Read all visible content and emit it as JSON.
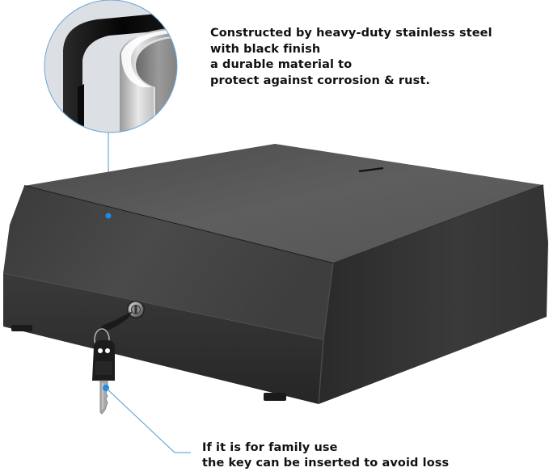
{
  "top_callout": {
    "lines": [
      "Constructed by heavy-duty stainless steel",
      "with black finish",
      "a durable material to",
      "protect against corrosion & rust."
    ]
  },
  "bottom_callout": {
    "lines": [
      "If it is for family use",
      "the key can be inserted to avoid loss"
    ]
  },
  "colors": {
    "callout_line": "#4a9bd6",
    "callout_dot": "#1e8be8",
    "box_top": "#5a5a5a",
    "box_front": "#3c3c3c",
    "box_side": "#2e2e2e",
    "text": "#111111"
  },
  "icons": {
    "detail_magnifier": "material-detail-circle",
    "lock": "lock-cylinder-icon",
    "key": "key-icon"
  }
}
